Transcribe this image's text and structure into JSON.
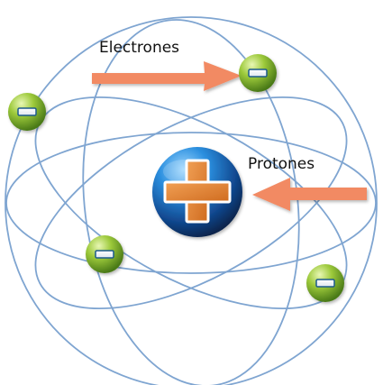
{
  "labels": {
    "electrons": "Electrones",
    "protons": "Protones"
  },
  "colors": {
    "orbit": "#7fa5d1",
    "arrow": "#f28a63",
    "electron": "#8cba2a",
    "nucleus": "#1f6fb9",
    "plus_sign": "#e0863c"
  },
  "particles": {
    "electron_count": 4,
    "proton_count": 1,
    "electron_symbol": "minus",
    "proton_symbol": "plus"
  }
}
